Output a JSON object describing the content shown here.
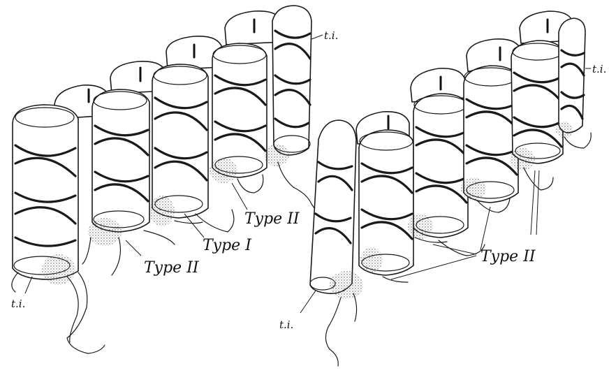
{
  "figure": {
    "colors": {
      "ink": "#1a1a1a",
      "paper": "#ffffff",
      "stipple": "#555555"
    },
    "labels": {
      "ti_top_left": "t.i.",
      "ti_bottom_left": "t.i.",
      "ti_top_right": "t.i.",
      "ti_bottom_right": "t.i.",
      "type_one": "Type I",
      "type_two_left": "Type II",
      "type_two_middle": "Type II",
      "type_two_right": "Type II"
    }
  }
}
